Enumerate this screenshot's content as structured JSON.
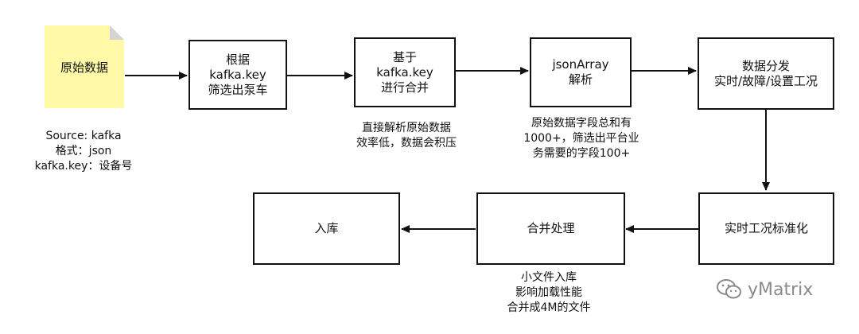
{
  "source": {
    "label": "原始数据",
    "note": "Source: kafka\n格式：json\nkafka.key：设备号"
  },
  "nodes": {
    "filter": "根据\nkafka.key\n筛选出泵车",
    "merge_key": "基于\nkafka.key\n进行合并",
    "parse": "jsonArray\n解析",
    "distribute": "数据分发\n实时/故障/设置工况",
    "standardize": "实时工况标准化",
    "merge_process": "合并处理",
    "store": "入库"
  },
  "notes": {
    "merge_key": "直接解析原始数据\n效率低，数据会积压",
    "parse": "原始数据字段总和有\n1000+，筛选出平台业\n务需要的字段100+",
    "merge_process": "小文件入库\n影响加载性能\n合并成4M的文件"
  },
  "watermark": "yMatrix",
  "colors": {
    "doc_fill": "#fff9a8",
    "doc_fold": "#d4d4d4",
    "stroke": "#111111",
    "watermark": "#8a8a8a"
  }
}
